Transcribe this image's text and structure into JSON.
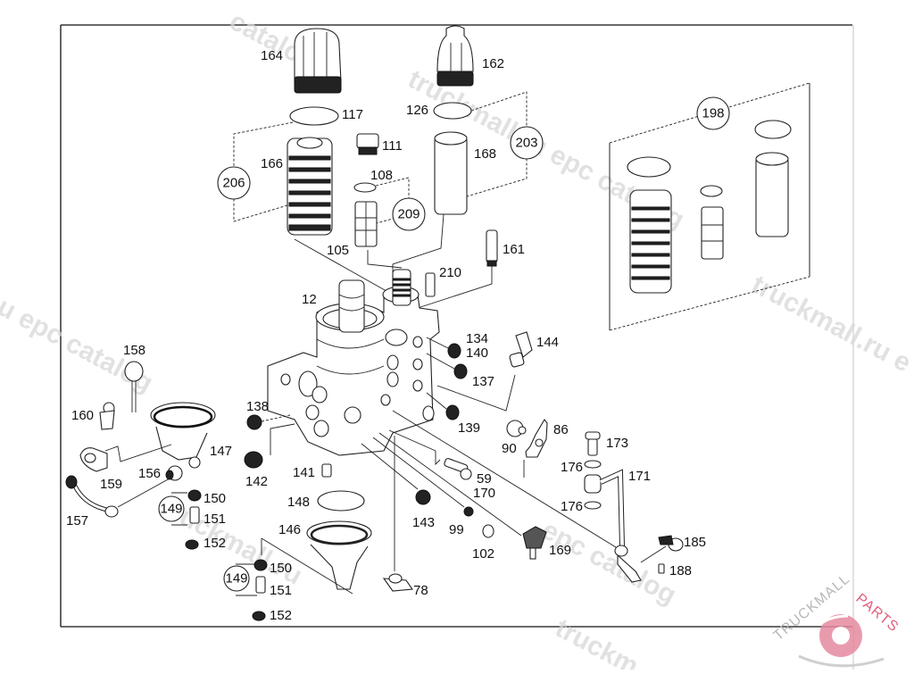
{
  "diagram": {
    "type": "exploded parts diagram",
    "subject": "fuel filter / fuel prefilter housing assembly"
  },
  "callouts": {
    "p164": "164",
    "p162": "162",
    "p117": "117",
    "p126": "126",
    "p111": "111",
    "p166": "166",
    "p168": "168",
    "p108": "108",
    "p105": "105",
    "p161": "161",
    "p210": "210",
    "p12": "12",
    "p134": "134",
    "p140": "140",
    "p144": "144",
    "p137": "137",
    "p139": "139",
    "p138": "138",
    "p158": "158",
    "p160": "160",
    "p147": "147",
    "p159": "159",
    "p156": "156",
    "p157": "157",
    "p142": "142",
    "p141": "141",
    "p148": "148",
    "p146": "146",
    "p150a": "150",
    "p151a": "151",
    "p152a": "152",
    "p150b": "150",
    "p151b": "151",
    "p152b": "152",
    "p143": "143",
    "p99": "99",
    "p102": "102",
    "p59": "59",
    "p170": "170",
    "p169": "169",
    "p78": "78",
    "p90": "90",
    "p86": "86",
    "p173": "173",
    "p176a": "176",
    "p176b": "176",
    "p171": "171",
    "p185": "185",
    "p188": "188"
  },
  "kits": {
    "k206": "206",
    "k209": "209",
    "k203": "203",
    "k198": "198",
    "k149a": "149",
    "k149b": "149"
  },
  "watermarks": {
    "w1": "truckmall.ru epc catalog",
    "w2": "u epc catalog",
    "w3": "truckmall.ru e",
    "w4": "epc catalog",
    "w5": "truckmall.ru",
    "w6": "truckm",
    "w7": "catalog"
  },
  "logo": {
    "text_main": "TRUCKMALL",
    "text_accent": "PARTS",
    "accent_color": "#e0607e",
    "gray_color": "#b8b8b8"
  }
}
